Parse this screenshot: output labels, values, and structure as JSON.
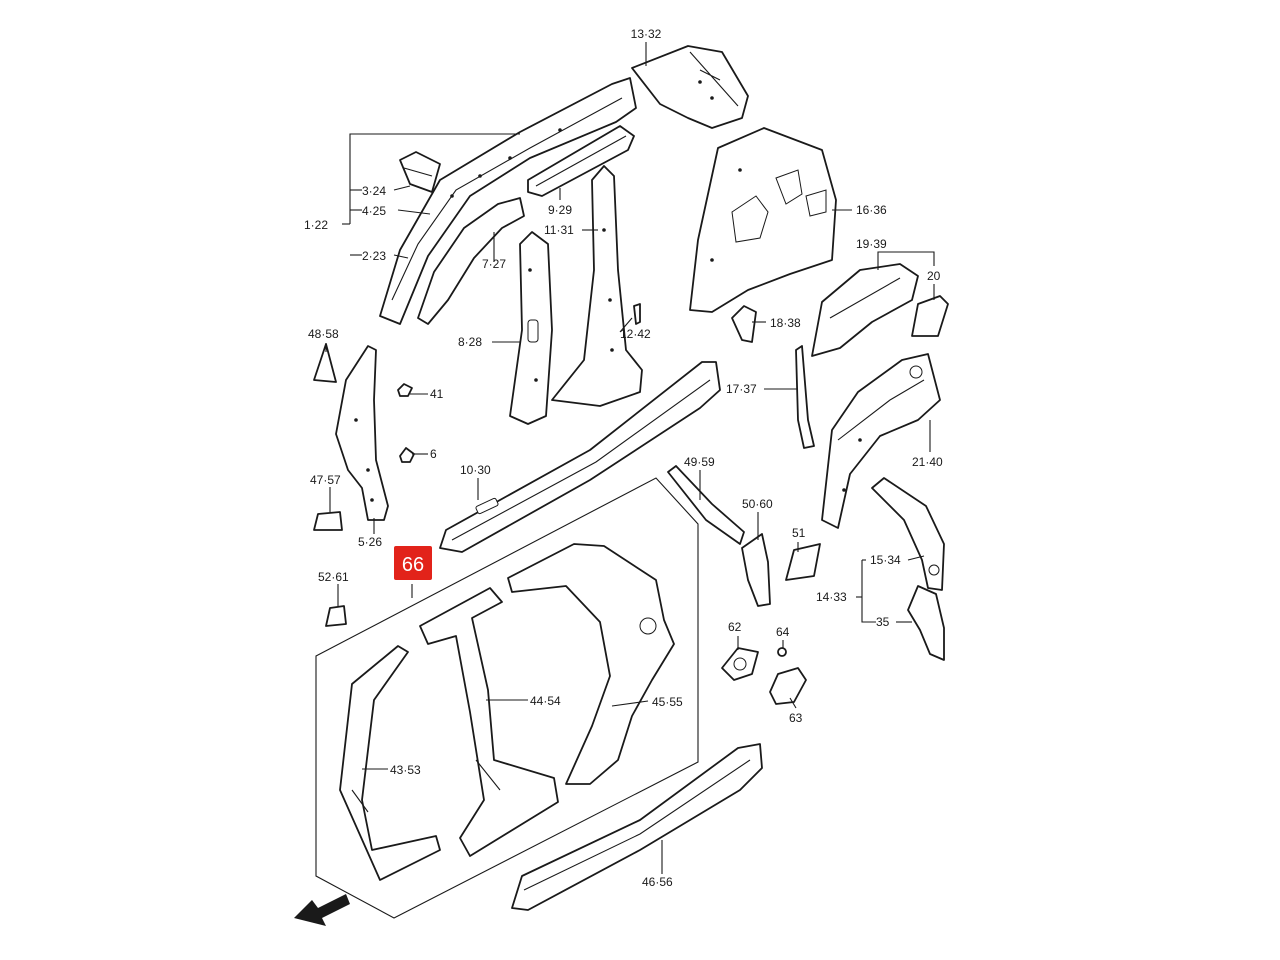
{
  "labels": {
    "p13_32": "13·32",
    "p16_36": "16·36",
    "p19_39": "19·39",
    "p20": "20",
    "p1_22": "1·22",
    "p3_24": "3·24",
    "p4_25": "4·25",
    "p2_23": "2·23",
    "p9_29": "9·29",
    "p11_31": "11·31",
    "p7_27": "7·27",
    "p18_38": "18·38",
    "p12_42": "12·42",
    "p8_28": "8·28",
    "p48_58": "48·58",
    "p41": "41",
    "p17_37": "17·37",
    "p6": "6",
    "p21_40": "21·40",
    "p49_59": "49·59",
    "p10_30": "10·30",
    "p47_57": "47·57",
    "p50_60": "50·60",
    "p51": "51",
    "p5_26": "5·26",
    "p66": "66",
    "p15_34": "15·34",
    "p52_61": "52·61",
    "p14_33": "14·33",
    "p35": "35",
    "p62": "62",
    "p64": "64",
    "p44_54": "44·54",
    "p45_55": "45·55",
    "p63": "63",
    "p43_53": "43·53",
    "p46_56": "46·56"
  },
  "highlight": {
    "part": "p66",
    "color": "#e2231a"
  }
}
